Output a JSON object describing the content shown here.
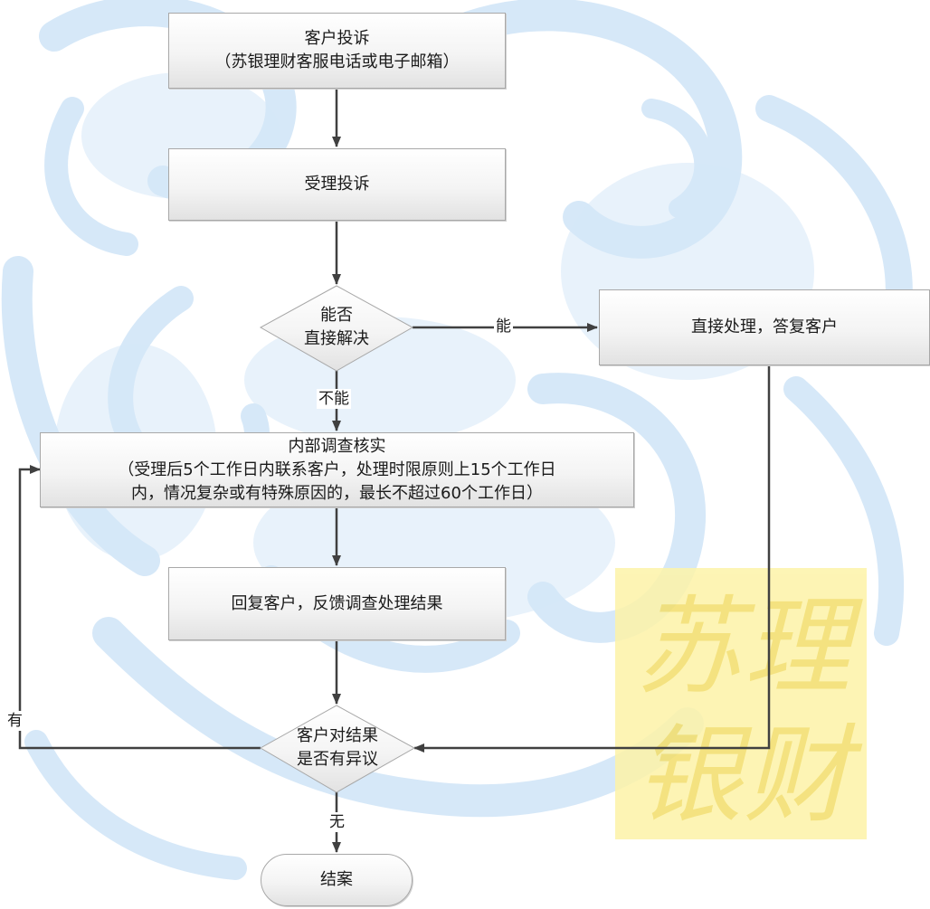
{
  "nodes": {
    "complaint": {
      "line1": "客户投诉",
      "line2": "（苏银理财客服电话或电子邮箱）"
    },
    "accept": {
      "label": "受理投诉"
    },
    "can_resolve": {
      "line1": "能否",
      "line2": "直接解决"
    },
    "direct_handle": {
      "label": "直接处理，答复客户"
    },
    "investigate": {
      "line1": "内部调查核实",
      "line2": "（受理后5个工作日内联系客户，处理时限原则上15个工作日",
      "line3": "内，情况复杂或有特殊原因的，最长不超过60个工作日）"
    },
    "reply": {
      "label": "回复客户，反馈调查处理结果"
    },
    "objection": {
      "line1": "客户对结果",
      "line2": "是否有异议"
    },
    "close": {
      "label": "结案"
    }
  },
  "edges": {
    "yes_can": "能",
    "no_can": "不能",
    "has_objection": "有",
    "no_objection": "无"
  },
  "watermark": {
    "text": "苏理银财",
    "color": "#fdf3a8"
  },
  "colors": {
    "background_pattern": "#d6e8f8",
    "line": "#404040"
  }
}
